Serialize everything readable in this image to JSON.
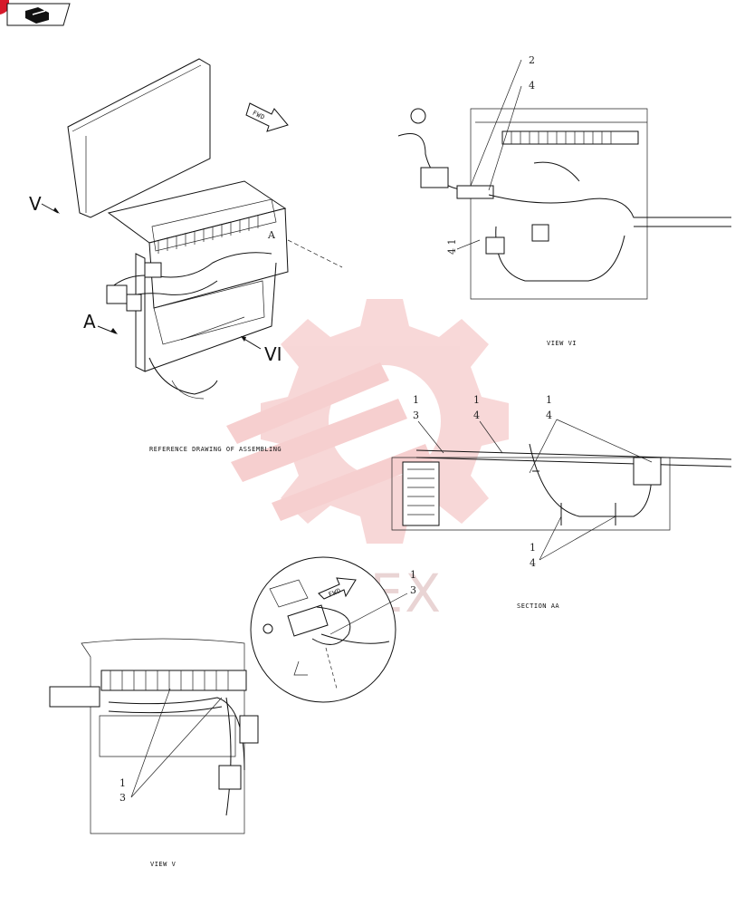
{
  "views": {
    "reference": "REFERENCE DRAWING OF ASSEMBLING",
    "view_vi": "VIEW VI",
    "section_aa": "SECTION AA",
    "view_v": "VIEW V"
  },
  "markers": {
    "v": "V",
    "a": "A",
    "vi": "VI",
    "a_small": "A"
  },
  "arrows": {
    "fwd": "FWD"
  },
  "callouts": {
    "vi_top_2": "2",
    "vi_top_4": "4",
    "vi_left": "4 1",
    "aa_1a": "1",
    "aa_3a": "3",
    "aa_1b": "1",
    "aa_4b": "4",
    "aa_1c": "1",
    "aa_4c": "4",
    "aa_1d": "1",
    "aa_4d": "4",
    "det_1": "1",
    "det_3": "3",
    "v_1": "1",
    "v_3": "3"
  },
  "watermark": "MITEX",
  "colors": {
    "watermark": "#e8b5b5",
    "ink": "#111111",
    "corner": "#d6192a"
  }
}
